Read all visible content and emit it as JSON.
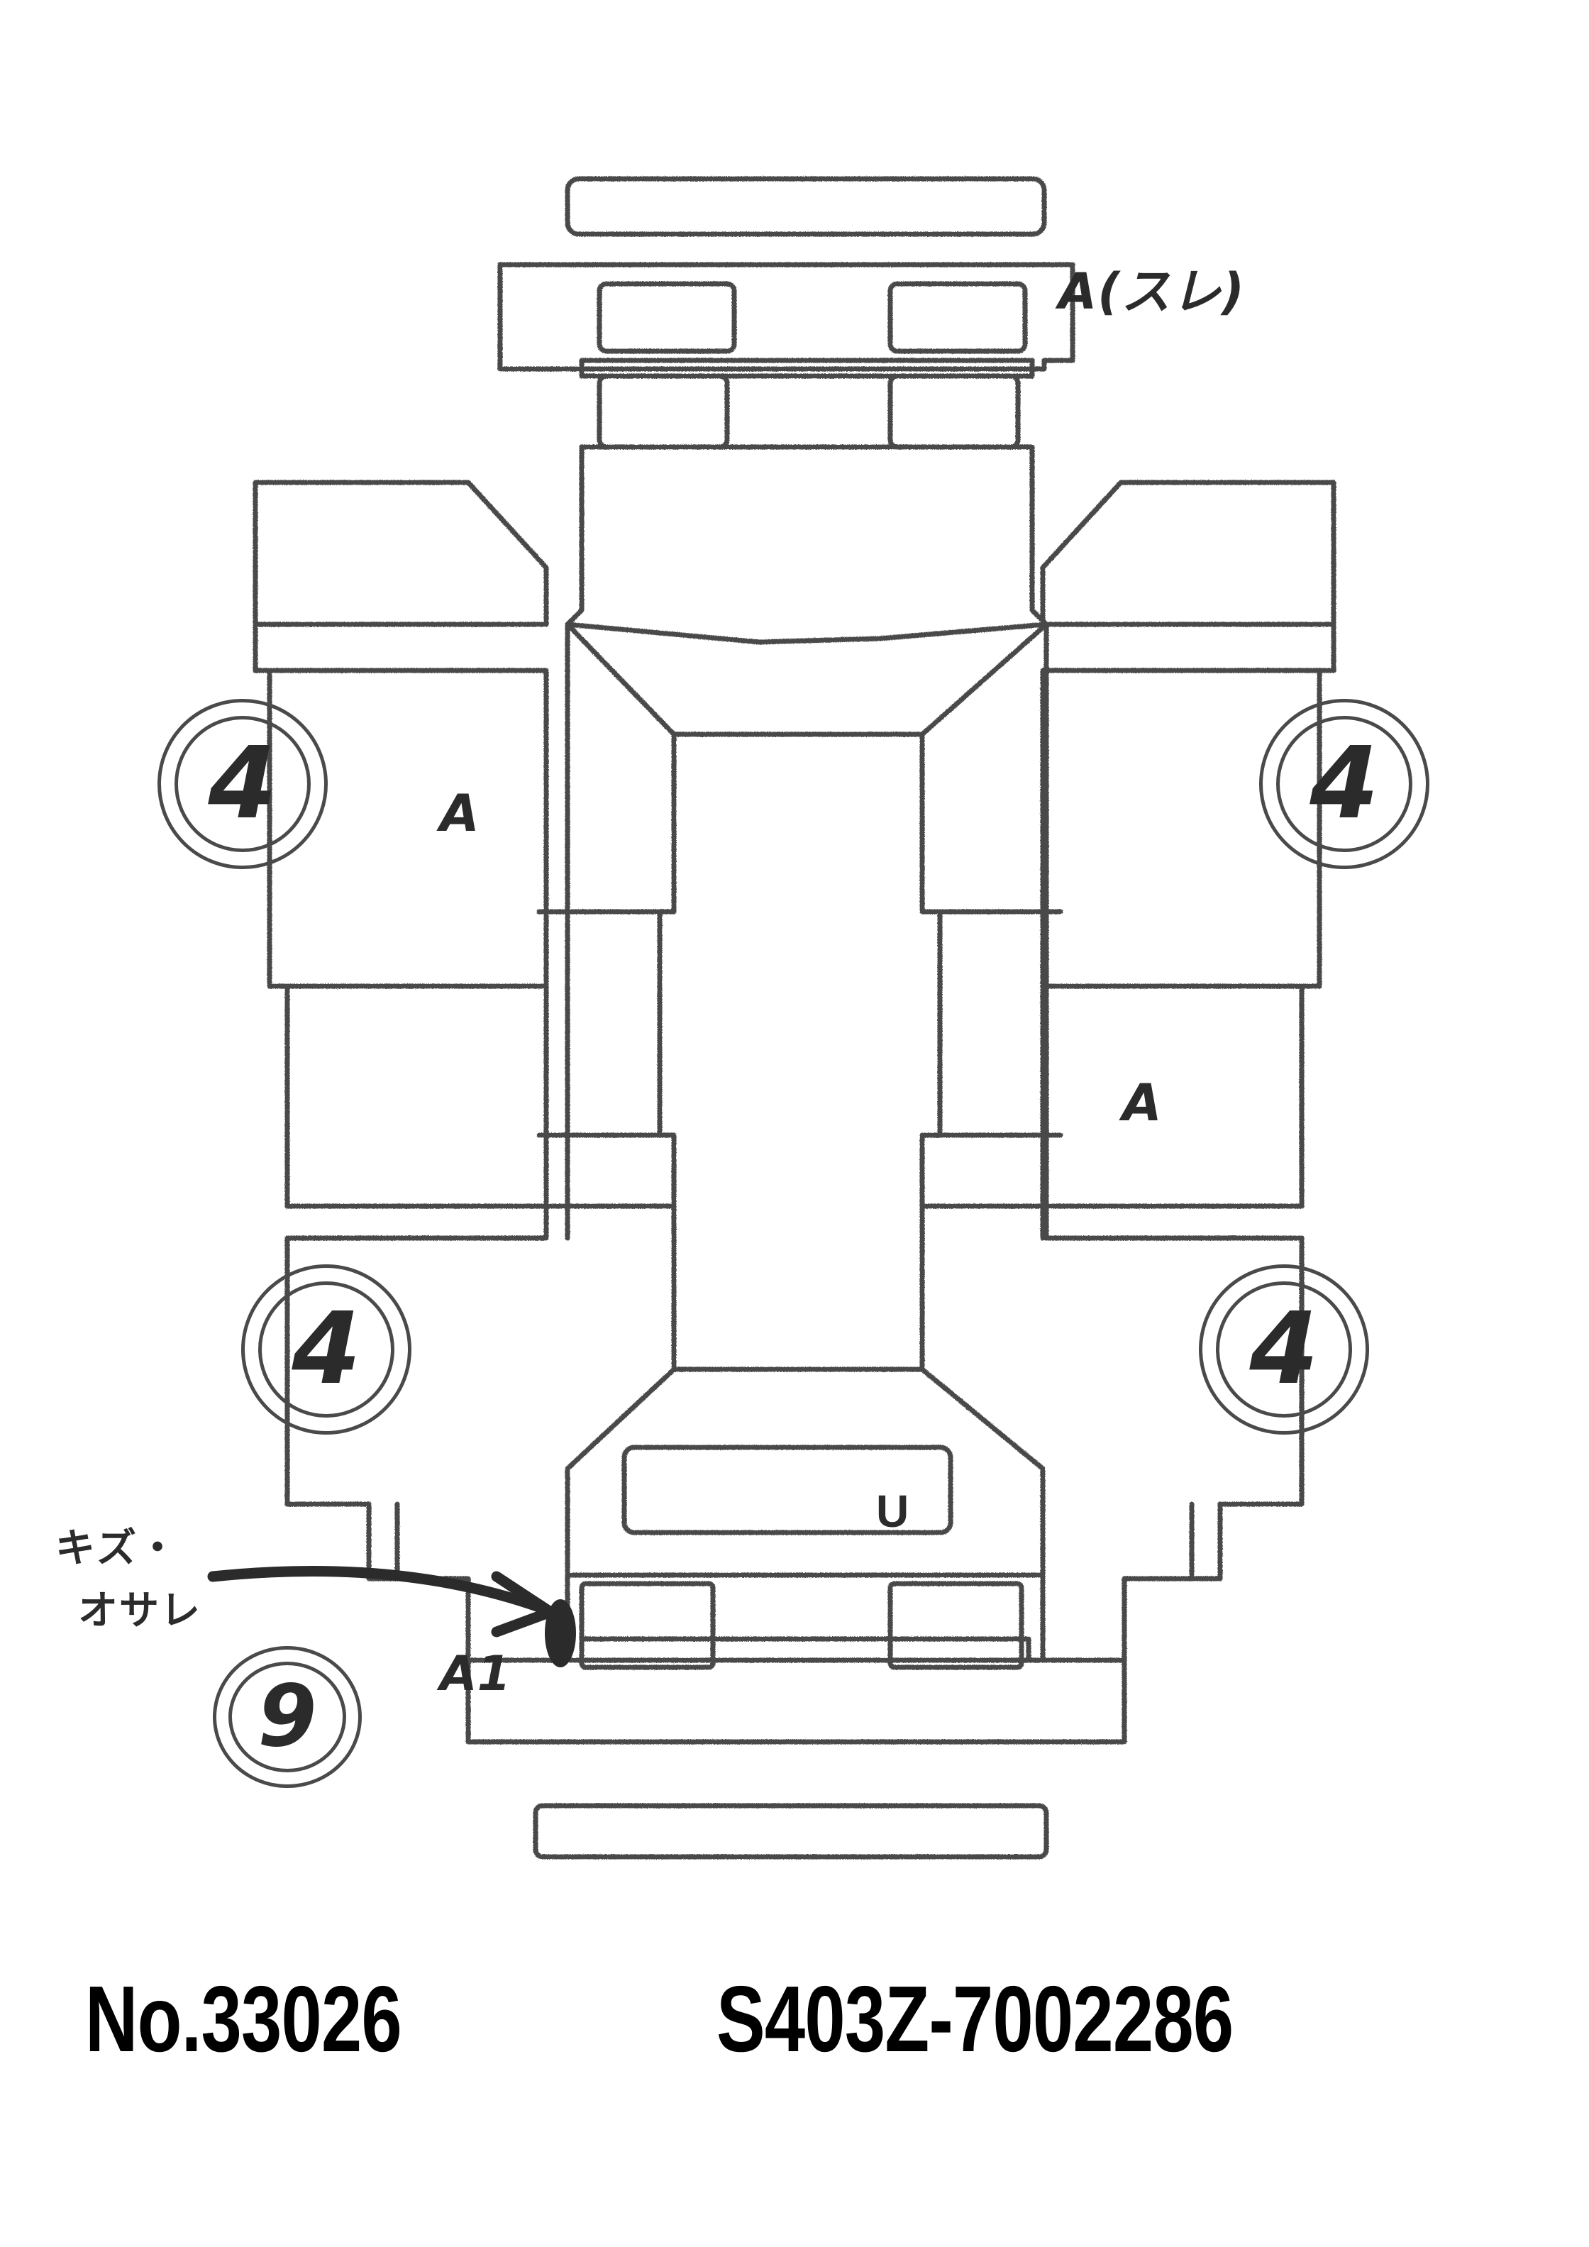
{
  "document": {
    "type": "vehicle-inspection-diagram",
    "view": "top-down car body damage map"
  },
  "footer": {
    "lot_number": "No.33026",
    "chassis_number": "S403Z-7002286"
  },
  "annotations": {
    "a_sure": "A(スレ)",
    "a_left_front_door": "A",
    "a_right_rear_quarter": "A",
    "a1_rear_bumper": "A1",
    "u_mark": "U",
    "kizu_line1": "キズ・",
    "kizu_line2": "オサレ"
  },
  "damage_badges": [
    {
      "id": "front-left-wheel",
      "value": "4"
    },
    {
      "id": "front-right-wheel",
      "value": "4"
    },
    {
      "id": "rear-left-wheel",
      "value": "4"
    },
    {
      "id": "rear-right-wheel",
      "value": "4"
    },
    {
      "id": "rear-left-bumper",
      "value": "9"
    }
  ],
  "colors": {
    "ink": "#2b2b2b",
    "line": "#4a4a4a",
    "paper": "#ffffff",
    "footer_text": "#000000"
  }
}
